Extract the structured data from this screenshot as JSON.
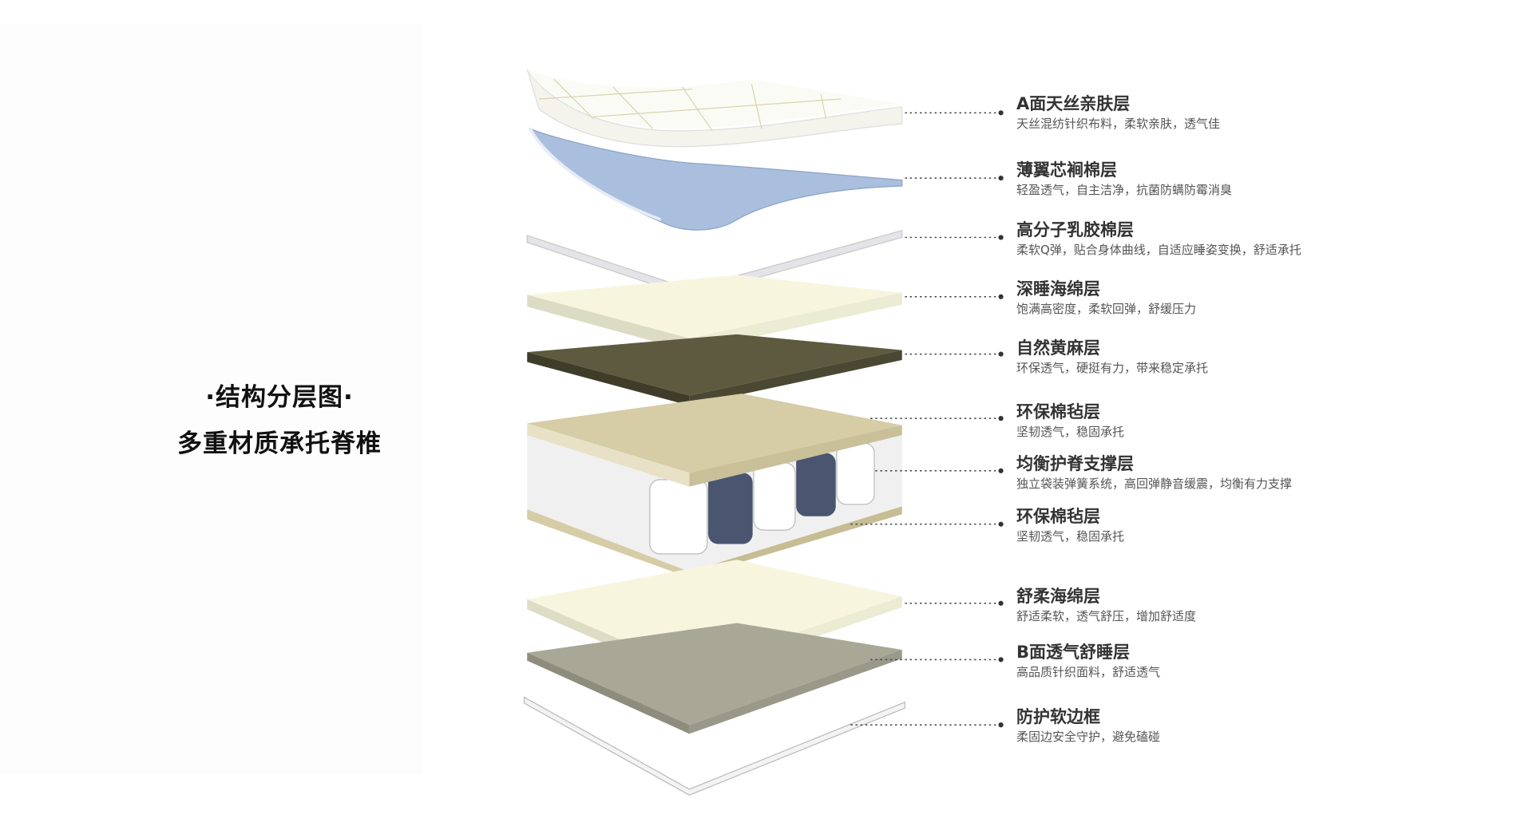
{
  "left": {
    "title": "·结构分层图·",
    "subtitle": "多重材质承托脊椎"
  },
  "layers": [
    {
      "name": "A面天丝亲肤层",
      "desc": "天丝混纺针织布料，柔软亲肤，透气佳"
    },
    {
      "name": "薄翼芯裥棉层",
      "desc": "轻盈透气，自主洁净，抗菌防螨防霉消臭"
    },
    {
      "name": "高分子乳胶棉层",
      "desc": "柔软Q弹，贴合身体曲线，自适应睡姿变换，舒适承托"
    },
    {
      "name": "深睡海绵层",
      "desc": "饱满高密度，柔软回弹，舒缓压力"
    },
    {
      "name": "自然黄麻层",
      "desc": "环保透气，硬挺有力，带来稳定承托"
    },
    {
      "name": "环保棉毡层",
      "desc": "坚韧透气，稳固承托"
    },
    {
      "name": "均衡护脊支撑层",
      "desc": "独立袋装弹簧系统，高回弹静音缓震，均衡有力支撑"
    },
    {
      "name": "环保棉毡层",
      "desc": "坚韧透气，稳固承托"
    },
    {
      "name": "舒柔海绵层",
      "desc": "舒适柔软，透气舒压，增加舒适度"
    },
    {
      "name": "B面透气舒睡层",
      "desc": "高品质针织面料，舒适透气"
    },
    {
      "name": "防护软边框",
      "desc": "柔固边安全守护，避免磕碰"
    }
  ],
  "colors": {
    "fabric": "#f4f3ec",
    "blue": "#a9bfdd",
    "latex": "#e4e4e8",
    "sponge": "#f8f5df",
    "jute": "#5d5a3f",
    "felt": "#d6cca5",
    "spring_dark": "#4a5670",
    "b_fabric": "#a9a796",
    "connector": "#444444"
  }
}
